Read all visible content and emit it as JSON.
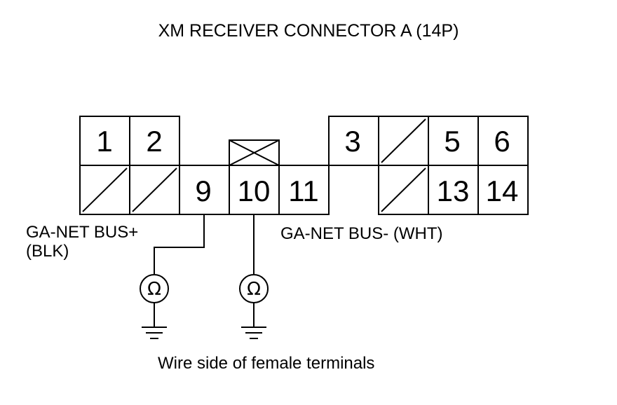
{
  "title": "XM RECEIVER CONNECTOR A (14P)",
  "terminals": {
    "t1": "1",
    "t2": "2",
    "t3": "3",
    "t5": "5",
    "t6": "6",
    "t9": "9",
    "t10": "10",
    "t11": "11",
    "t13": "13",
    "t14": "14"
  },
  "labels": {
    "bus_plus_line1": "GA-NET BUS+",
    "bus_plus_line2": "(BLK)",
    "bus_minus": "GA-NET BUS- (WHT)"
  },
  "meter_symbol": "Ω",
  "caption": "Wire side of female terminals",
  "icons": [
    "ohmmeter-icon",
    "ground-icon"
  ]
}
